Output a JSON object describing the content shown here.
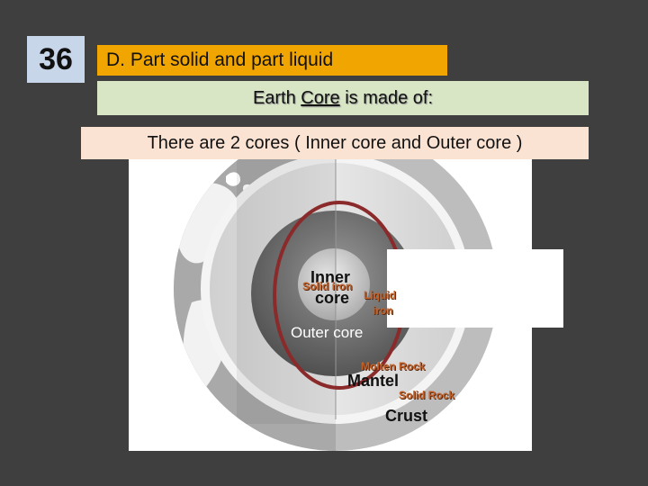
{
  "slide": {
    "number": "36",
    "answer": "D.  Part solid and part liquid",
    "question": {
      "prefix": "Earth ",
      "highlight": "Core",
      "suffix": " is made of:"
    },
    "statement": "There are 2 cores ( Inner core and Outer core )"
  },
  "diagram": {
    "labels": {
      "inner_core_line1": "Inner",
      "inner_core_line2": "core",
      "outer_core": "Outer core",
      "mantel": "Mantel",
      "crust": "Crust"
    },
    "annotations": {
      "solid_iron": "Solid iron",
      "liquid_iron_line1": "Liquid",
      "liquid_iron_line2": "iron",
      "molten_rock": "Molten Rock",
      "solid_rock": "Solid Rock"
    },
    "colors": {
      "slide_background": "#3f3f3f",
      "number_box": "#c7d6e8",
      "answer_bar": "#f0a500",
      "question_bar": "#d8e6c6",
      "statement_bar": "#fbe3d4",
      "highlight_ring": "#8b2a2a",
      "annotation_text": "#c4622a"
    }
  }
}
